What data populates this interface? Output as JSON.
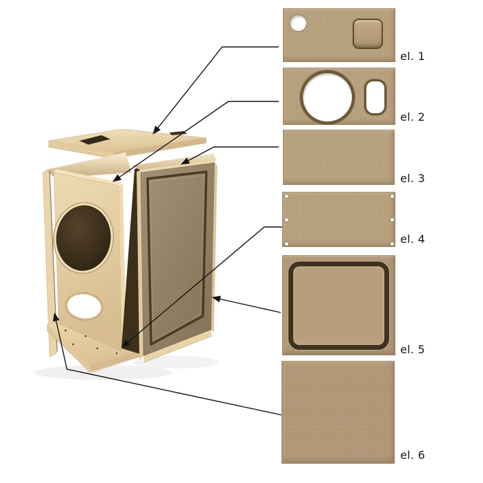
{
  "panels": [
    {
      "key": "el-1",
      "label": "el. 1",
      "part": "top-panel"
    },
    {
      "key": "el-2",
      "label": "el. 2",
      "part": "front-baffle-panel"
    },
    {
      "key": "el-3",
      "label": "el. 3",
      "part": "back-panel"
    },
    {
      "key": "el-4",
      "label": "el. 4",
      "part": "bottom-panel"
    },
    {
      "key": "el-5",
      "label": "el. 5",
      "part": "grooved-side-panel"
    },
    {
      "key": "el-6",
      "label": "el. 6",
      "part": "plain-side-panel"
    }
  ],
  "colors": {
    "background": "#ffffff",
    "mdf_face": "#b6a07d",
    "mdf_face_dark": "#b09778",
    "mdf_light": "#ecd9b0",
    "mdf_edge_dark": "#6e5839",
    "groove": "#3f3220",
    "hole_interior": "#35291a",
    "leader_line": "#141414",
    "label_text": "#141414"
  }
}
